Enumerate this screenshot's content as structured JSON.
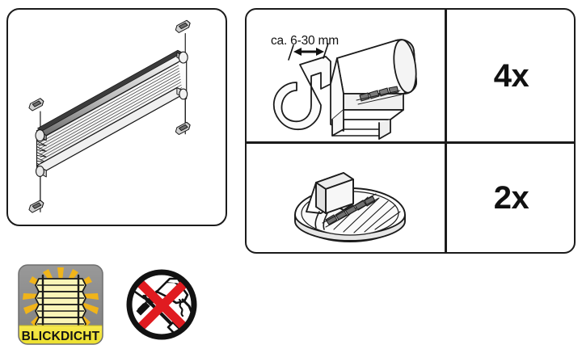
{
  "document": {
    "type": "assembly-instruction-sheet",
    "title": "Pleated blind clamp-mount parts overview"
  },
  "product_panel": {
    "name": "pleated-blind-illustration",
    "caption": "Pleated blind mounted on clamp brackets with tension cords"
  },
  "parts_panel": {
    "rows": [
      {
        "id": "clamp-bracket",
        "part_caption": "Clamp bracket for window frame",
        "measurement_label": "ca. 6-30 mm",
        "quantity": "4x"
      },
      {
        "id": "cord-holder",
        "part_caption": "Adhesive cord tensioner pad",
        "measurement_label": "",
        "quantity": "2x"
      }
    ]
  },
  "badges": [
    {
      "id": "blickdicht",
      "label": "BLICKDICHT",
      "icon": "pleated-blind-sun-icon",
      "background_color": "#8d8d8d",
      "banner_color": "#f2e23c",
      "ray_color": "#f5c518",
      "fabric_color": "#f7f0b0"
    },
    {
      "id": "no-drilling",
      "label": "",
      "icon": "no-drilling-icon",
      "ring_color": "#111111",
      "slash_color": "#e01b20"
    }
  ],
  "colors": {
    "outline": "#1b1b1b",
    "fill_light": "#ffffff",
    "fill_shade": "#dcdcdc",
    "fill_dark": "#4a4a4a",
    "text": "#111111"
  }
}
